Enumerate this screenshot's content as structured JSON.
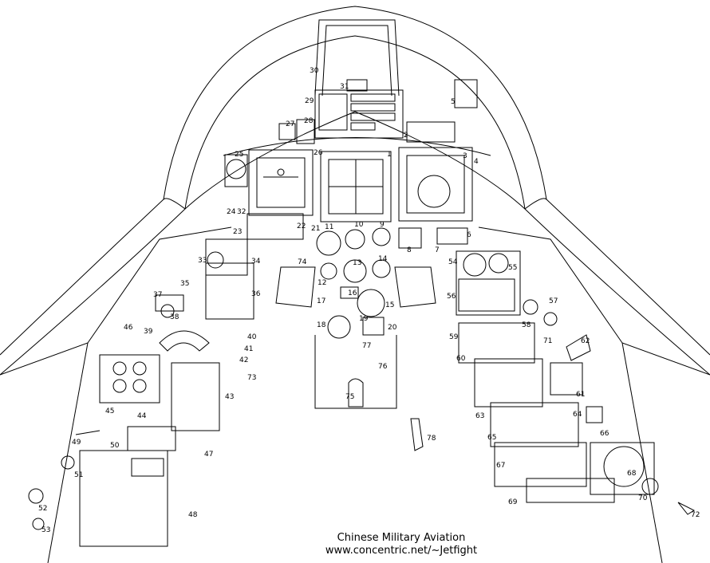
{
  "credits": {
    "title": "Chinese Military Aviation",
    "url": "www.concentric.net/~Jetfight"
  },
  "callouts": [
    "1",
    "2",
    "3",
    "4",
    "5",
    "6",
    "7",
    "8",
    "9",
    "10",
    "11",
    "12",
    "13",
    "14",
    "15",
    "16",
    "17",
    "18",
    "19",
    "20",
    "21",
    "22",
    "23",
    "24",
    "25",
    "26",
    "27",
    "28",
    "29",
    "30",
    "31",
    "32",
    "33",
    "34",
    "35",
    "36",
    "37",
    "38",
    "39",
    "40",
    "41",
    "42",
    "43",
    "44",
    "45",
    "46",
    "47",
    "48",
    "49",
    "50",
    "51",
    "52",
    "53",
    "54",
    "55",
    "56",
    "57",
    "58",
    "59",
    "60",
    "61",
    "62",
    "63",
    "64",
    "65",
    "66",
    "67",
    "68",
    "69",
    "70",
    "71",
    "72",
    "73",
    "74",
    "75",
    "76",
    "77",
    "78"
  ],
  "colors": {
    "ink": "#000000",
    "paper": "#ffffff"
  }
}
